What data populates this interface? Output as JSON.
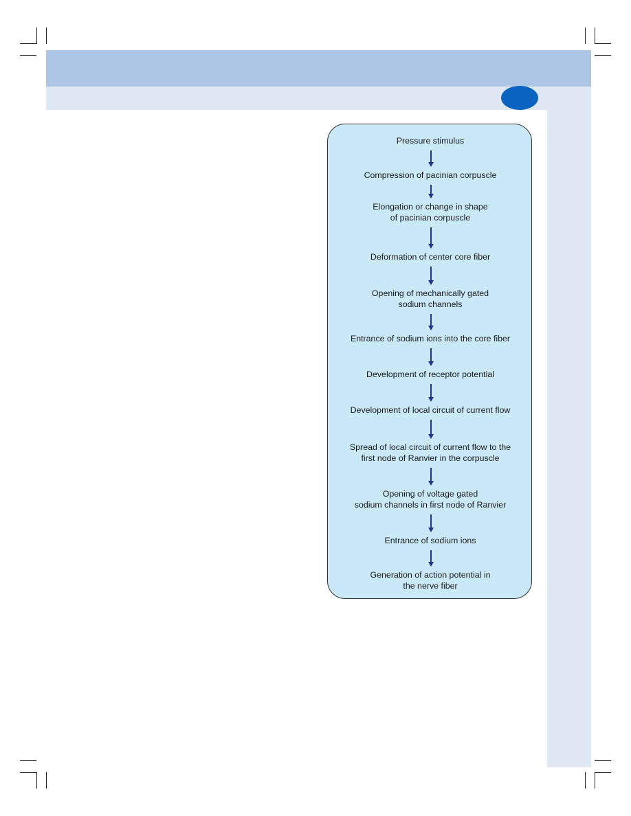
{
  "flowchart": {
    "steps": [
      "Pressure stimulus",
      "Compression of pacinian corpuscle",
      "Elongation or change in shape\nof pacinian corpuscle",
      "Deformation of center core fiber",
      "Opening of mechanically gated\nsodium channels",
      "Entrance of sodium ions into the core fiber",
      "Development of receptor potential",
      "Development of local circuit of current flow",
      "Spread of local circuit of current flow to the\nfirst node of Ranvier in the corpuscle",
      "Opening of voltage gated\nsodium channels in first node of Ranvier",
      "Entrance of sodium ions",
      "Generation of action potential in\nthe nerve fiber"
    ]
  },
  "colors": {
    "header_band": "#aec6e6",
    "subheader_band": "#dfe7f3",
    "flowchart_fill": "#c9e8f8",
    "arrow": "#27318a",
    "badge": "#0a63bf"
  }
}
